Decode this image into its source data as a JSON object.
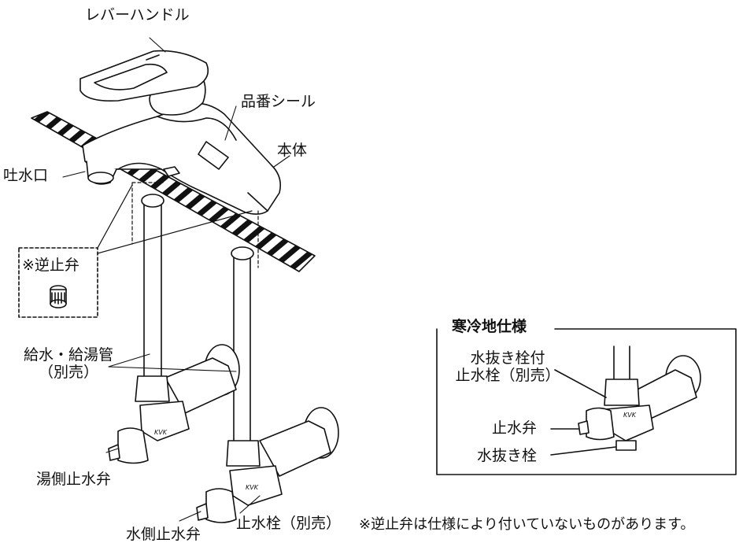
{
  "labels": {
    "lever_handle": "レバーハンドル",
    "part_number_seal": "品番シール",
    "body": "本体",
    "spout": "吐水口",
    "check_valve": "※逆止弁",
    "supply_pipe_line1": "給水・給湯管",
    "supply_pipe_line2": "（別売）",
    "hot_side_stop_valve": "湯側止水弁",
    "cold_side_stop_valve": "水側止水弁",
    "stop_cock": "止水栓（別売）"
  },
  "cold_region": {
    "title": "寒冷地仕様",
    "drain_cock_line1": "水抜き栓付",
    "drain_cock_line2": "止水栓（別売）",
    "stop_valve": "止水弁",
    "drain_plug": "水抜き栓"
  },
  "brand_mark": "KVK",
  "note": "※逆止弁は仕様により付いていないものがあります。"
}
